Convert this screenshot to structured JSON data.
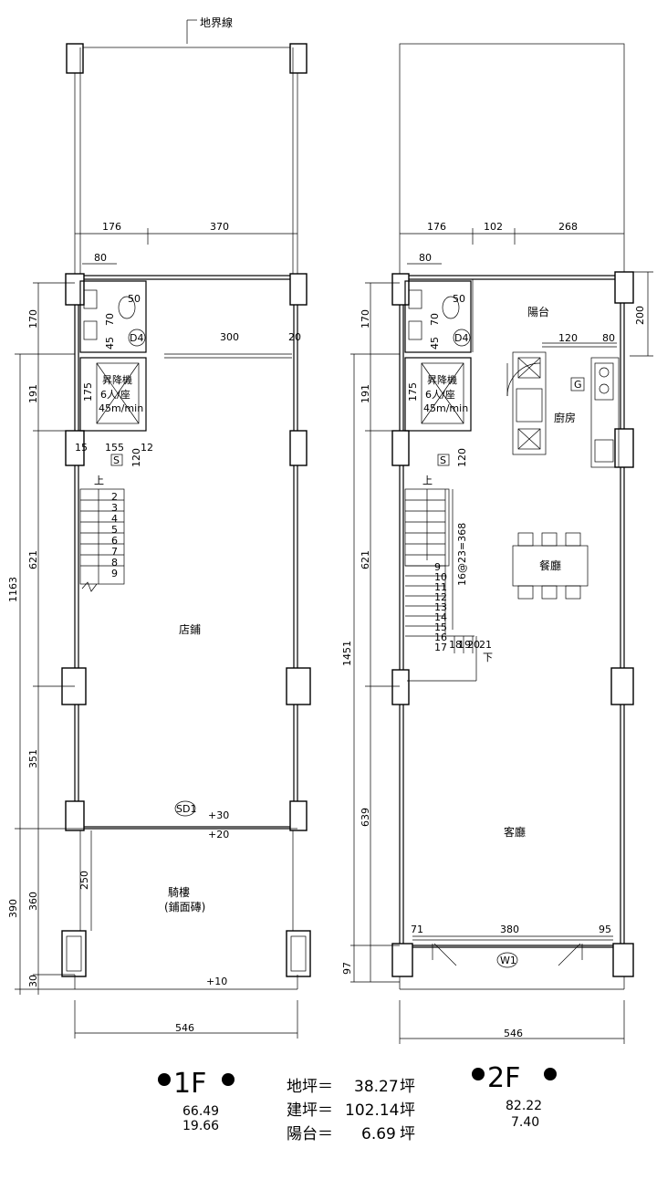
{
  "boundary_label": "地界線",
  "floor1": {
    "top_dims": [
      "176",
      "370"
    ],
    "dim_80": "80",
    "left_dims": [
      "170",
      "191",
      "621",
      "1163",
      "351",
      "390",
      "360",
      "30"
    ],
    "room_store": "店鋪",
    "arcade": "騎樓",
    "arcade_sub": "(鋪面磚)",
    "elevator": [
      "昇降機",
      "6人/座",
      "45m/min"
    ],
    "door_d4": "D4",
    "door_sd1": "SD1",
    "mark_s": "S",
    "up": "上",
    "dims_inner": [
      "50",
      "70",
      "45",
      "300",
      "20",
      "155",
      "15",
      "120",
      "12",
      "250",
      "175"
    ],
    "levels": [
      "+30",
      "+20",
      "+10"
    ],
    "stairs": [
      "2",
      "3",
      "4",
      "5",
      "6",
      "7",
      "8",
      "9"
    ],
    "bottom_dim": "546",
    "title": "1F",
    "areas": [
      "66.49",
      "19.66"
    ]
  },
  "floor2": {
    "top_dims": [
      "176",
      "102",
      "268"
    ],
    "dim_80": "80",
    "right_dim": "200",
    "left_dims": [
      "170",
      "191",
      "621",
      "1451",
      "639",
      "97"
    ],
    "balcony": "陽台",
    "kitchen": "廚房",
    "dining": "餐廳",
    "living": "客廳",
    "elevator": [
      "昇降機",
      "6人/座",
      "45m/min"
    ],
    "door_d4": "D4",
    "window_w1": "W1",
    "mark_s": "S",
    "mark_g": "G",
    "up": "上",
    "stair_dim": "16@23=368",
    "dims_inner": [
      "50",
      "70",
      "45",
      "120",
      "80",
      "120",
      "175",
      "71",
      "380",
      "95"
    ],
    "stairs": [
      "9",
      "10",
      "11",
      "12",
      "13",
      "14",
      "15",
      "16",
      "17",
      "18",
      "19",
      "20",
      "21"
    ],
    "down": "下",
    "bottom_dim": "546",
    "title": "2F",
    "areas": [
      "82.22",
      "7.40"
    ]
  },
  "summary": {
    "land_label": "地坪＝",
    "land_value": "38.27",
    "building_label": "建坪＝",
    "building_value": "102.14",
    "balcony_label": "陽台＝",
    "balcony_value": "6.69",
    "unit": "坪"
  }
}
